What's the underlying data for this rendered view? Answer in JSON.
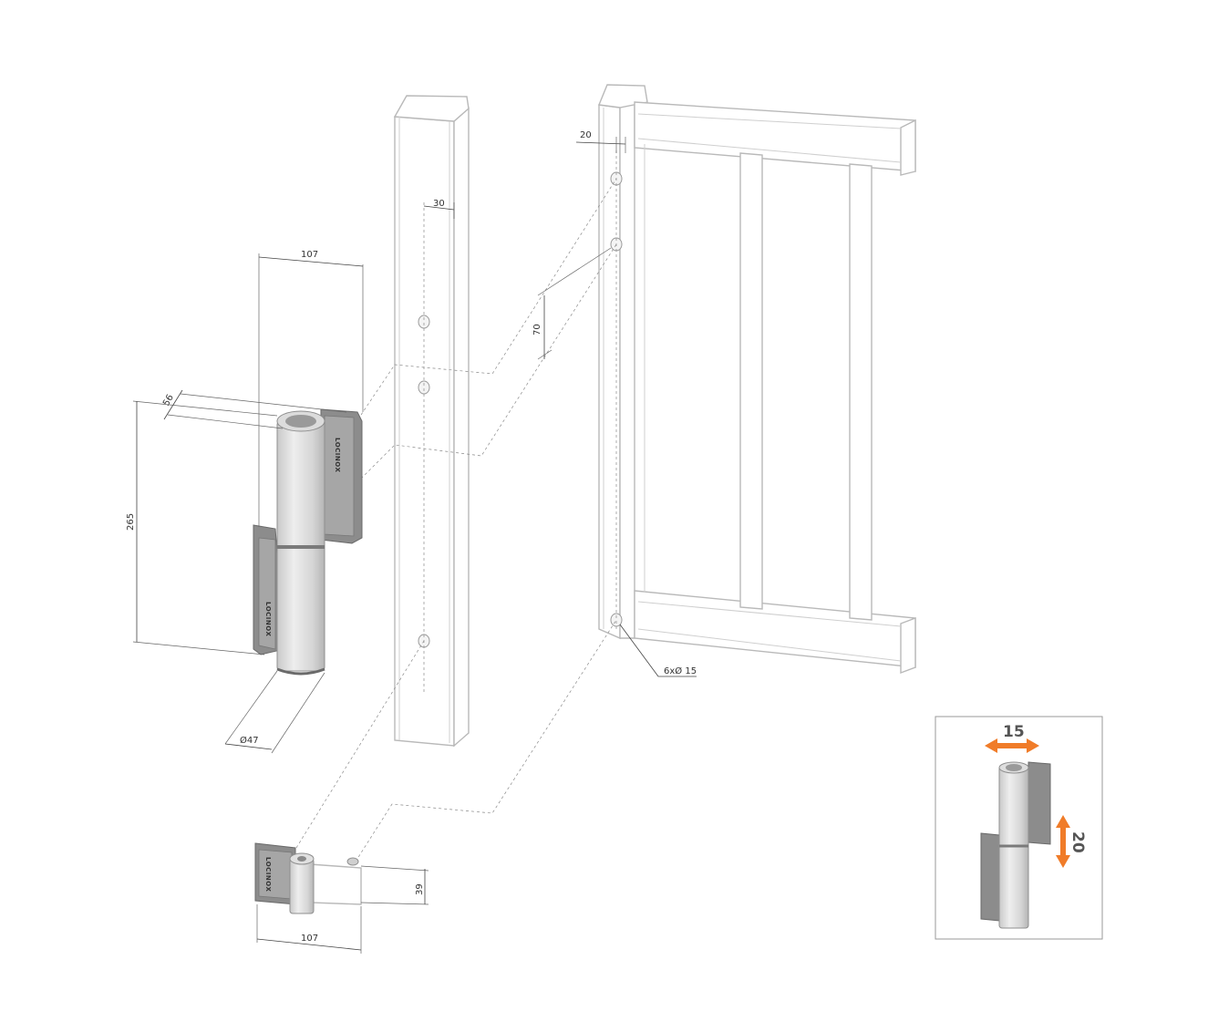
{
  "dimensions": {
    "hinge_width_top": "107",
    "leaf_offset": "56",
    "hinge_height": "265",
    "barrel_diameter": "Ø47",
    "post_offset": "30",
    "hole_spacing": "70",
    "gate_edge_offset": "20",
    "hole_callout": "6xØ 15",
    "base_height": "39",
    "base_width": "107"
  },
  "brand": {
    "logo_text": "LOCINOX"
  },
  "inset": {
    "horizontal_adjust": "15",
    "vertical_adjust": "20",
    "accent_color": "#f07c29"
  },
  "colors": {
    "outline": "#b9b9b9",
    "plate": "#8c8c8c",
    "barrel": "#d9d9d9"
  }
}
